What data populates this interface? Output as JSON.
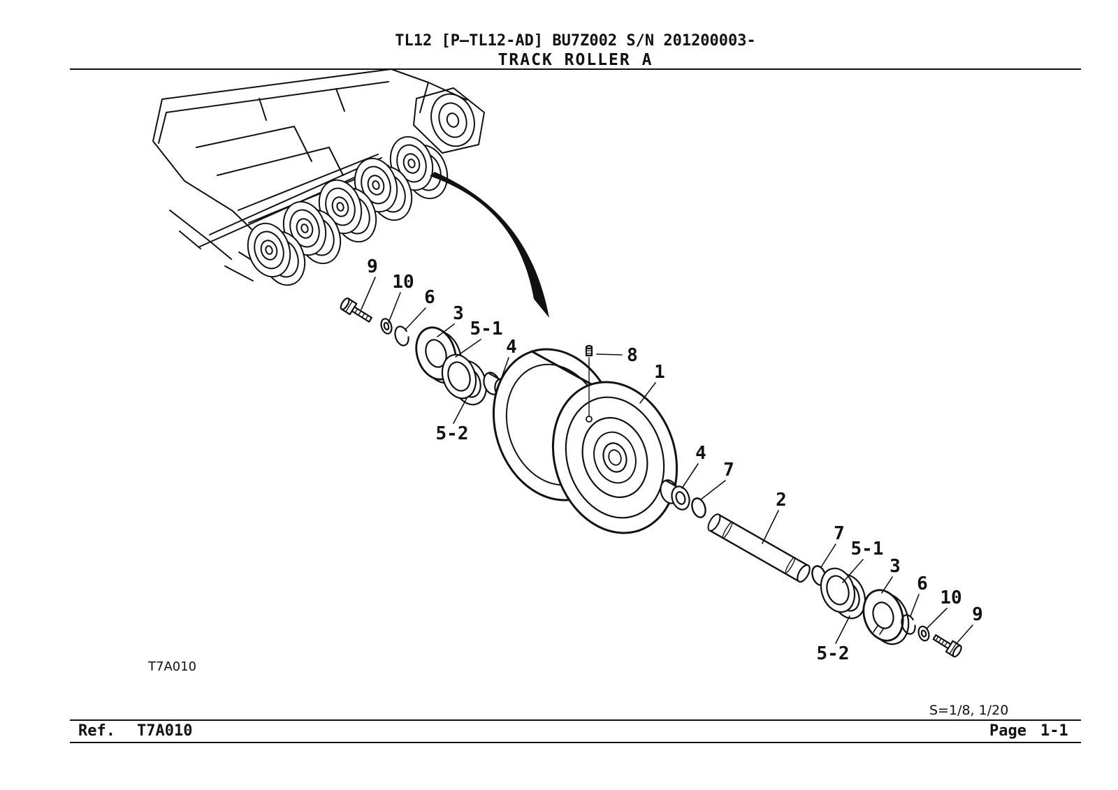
{
  "colors": {
    "ink": "#111111",
    "paper": "#ffffff"
  },
  "header": {
    "model_line": "TL12 [P—TL12-AD] BU7Z002 S/N 201200003-",
    "title": "TRACK ROLLER A"
  },
  "figure": {
    "code": "T7A010"
  },
  "callouts": [
    {
      "label": "9"
    },
    {
      "label": "10"
    },
    {
      "label": "6"
    },
    {
      "label": "3"
    },
    {
      "label": "5-1"
    },
    {
      "label": "4"
    },
    {
      "label": "5-2"
    },
    {
      "label": "8"
    },
    {
      "label": "1"
    },
    {
      "label": "4"
    },
    {
      "label": "7"
    },
    {
      "label": "2"
    },
    {
      "label": "7"
    },
    {
      "label": "5-1"
    },
    {
      "label": "3"
    },
    {
      "label": "6"
    },
    {
      "label": "10"
    },
    {
      "label": "9"
    },
    {
      "label": "5-2"
    }
  ],
  "footer": {
    "scale": "S=1/8, 1/20",
    "ref_label": "Ref.",
    "ref_value": "T7A010",
    "page_label": "Page",
    "page_value": "1-1"
  }
}
